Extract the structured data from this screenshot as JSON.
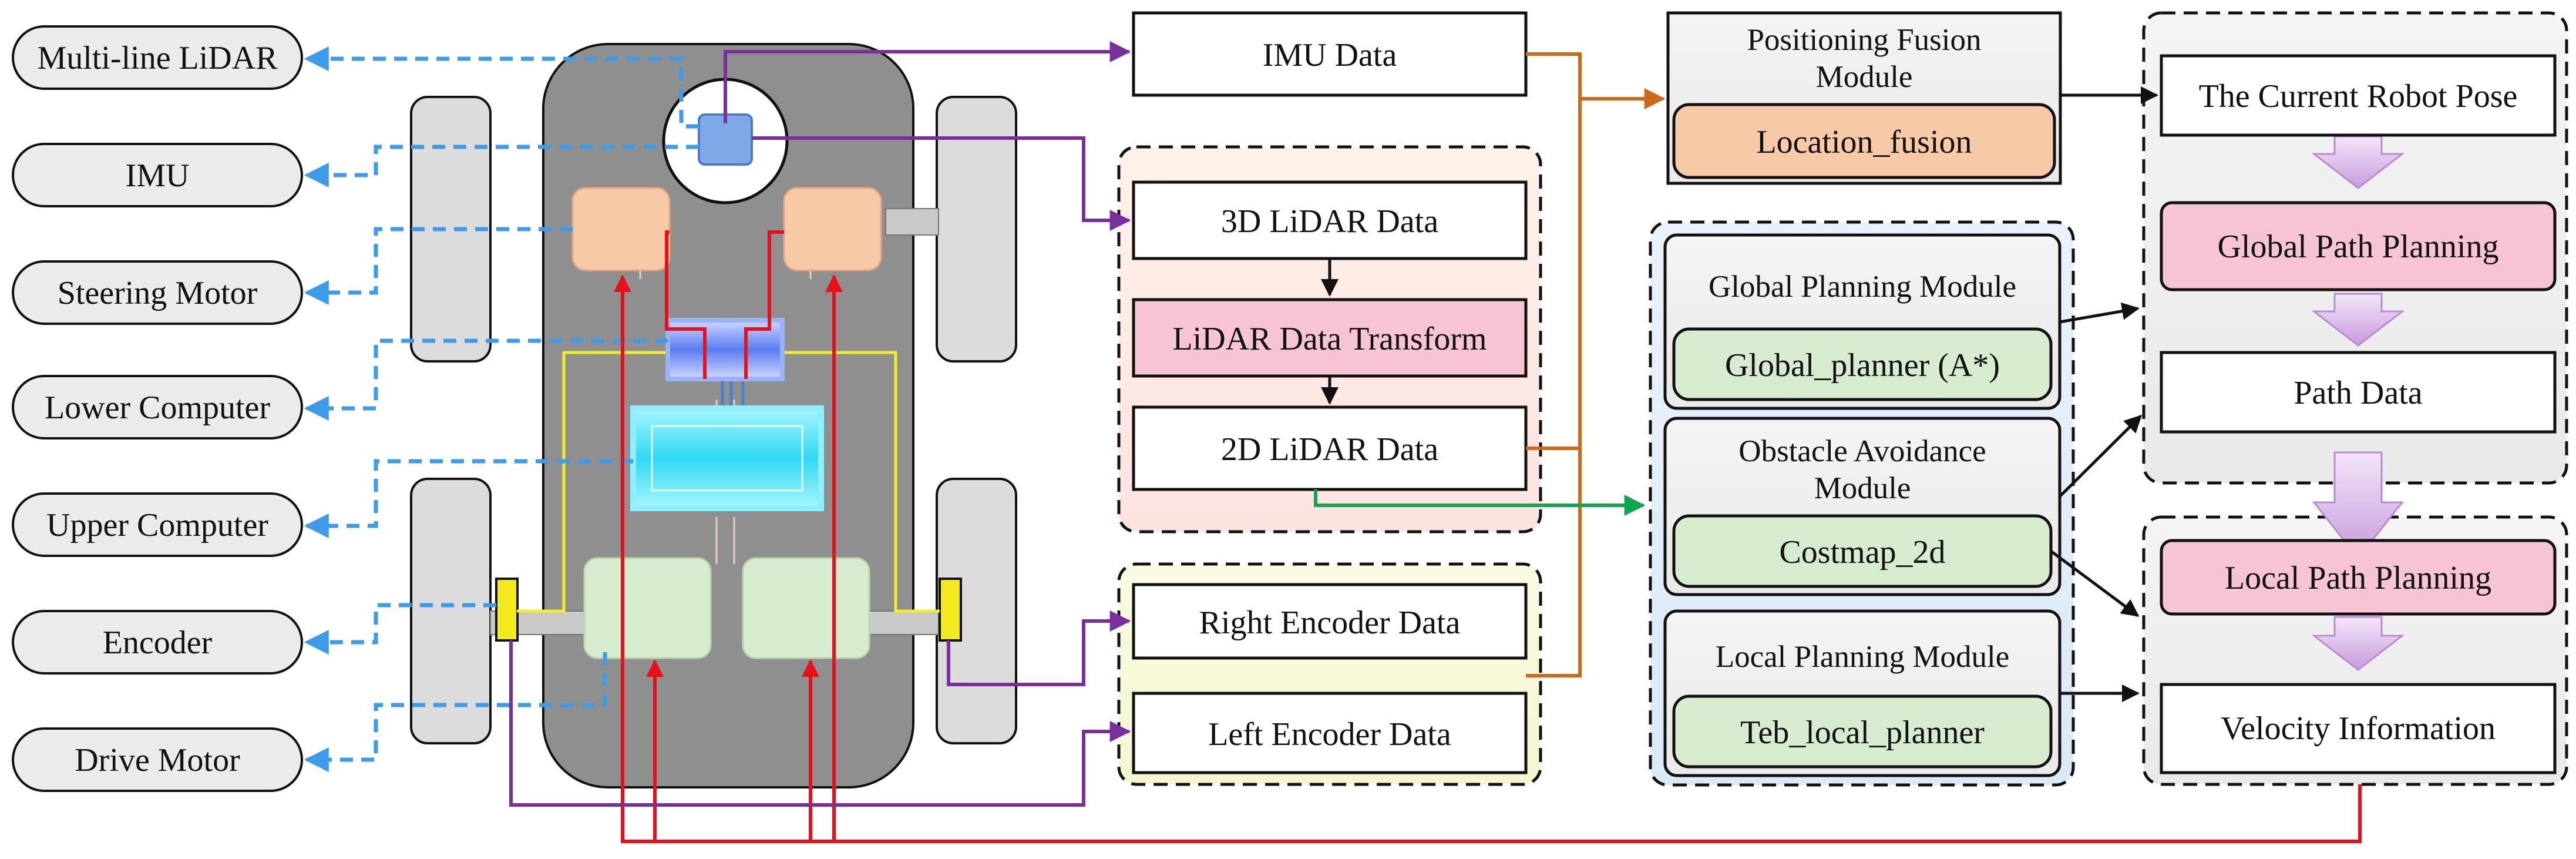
{
  "peripherals": [
    "Multi-line LiDAR",
    "IMU",
    "Steering Motor",
    "Lower Computer",
    "Upper Computer",
    "Encoder",
    "Drive Motor"
  ],
  "sensor_data": {
    "imu_data": "IMU Data",
    "lidar_3d": "3D LiDAR Data",
    "lidar_transform": "LiDAR Data Transform",
    "lidar_2d": "2D LiDAR Data",
    "right_encoder": "Right Encoder Data",
    "left_encoder": "Left Encoder Data"
  },
  "fusion": {
    "title_line1": "Positioning Fusion",
    "title_line2": "Module",
    "node": "Location_fusion"
  },
  "global_planning": {
    "title": "Global Planning Module",
    "node": "Global_planner (A*)"
  },
  "obstacle_avoidance": {
    "title_line1": "Obstacle Avoidance",
    "title_line2": "Module",
    "node": "Costmap_2d"
  },
  "local_planning": {
    "title": "Local Planning Module",
    "node": "Teb_local_planner"
  },
  "pipeline": {
    "robot_pose": "The Current Robot Pose",
    "global_path_planning": "Global Path Planning",
    "path_data": "Path Data",
    "local_path_planning": "Local Path Planning",
    "velocity_info": "Velocity Information"
  },
  "colors": {
    "peripheral_link": "#3d9be9",
    "sensor_link": "#7b2f9e",
    "power_link": "#e8101a",
    "fusion_link": "#cc6a1a",
    "lidar_link": "#12a550",
    "highlight_pink": "#f7c4d3",
    "module_green": "#d7ebcf",
    "module_orange": "#f8c9a6"
  }
}
